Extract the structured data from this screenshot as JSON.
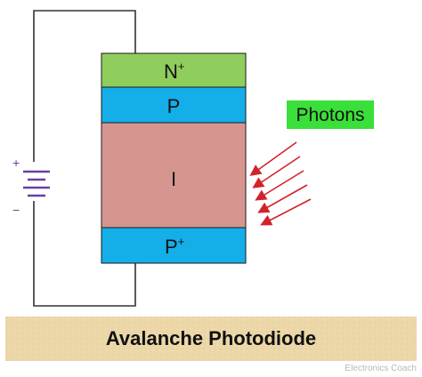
{
  "layers": [
    {
      "id": "n-plus",
      "label": "N",
      "superscript": "+",
      "color": "#8fce5c"
    },
    {
      "id": "p",
      "label": "P",
      "superscript": "",
      "color": "#14aee8"
    },
    {
      "id": "intrinsic",
      "label": "I",
      "superscript": "",
      "color": "#d79590"
    },
    {
      "id": "p-plus",
      "label": "P",
      "superscript": "+",
      "color": "#14aee8"
    }
  ],
  "photons": {
    "label": "Photons",
    "label_color": "#39e03a",
    "arrow_color": "#d2232a",
    "count": 5
  },
  "battery": {
    "positive": "+",
    "negative": "−",
    "color": "#6b3fa0"
  },
  "title": {
    "text": "Avalanche Photodiode",
    "banner_color": "#ecd7a8"
  },
  "watermark": "Electronics Coach",
  "colors": {
    "wire": "#333333",
    "outline": "#1a1a1a"
  }
}
